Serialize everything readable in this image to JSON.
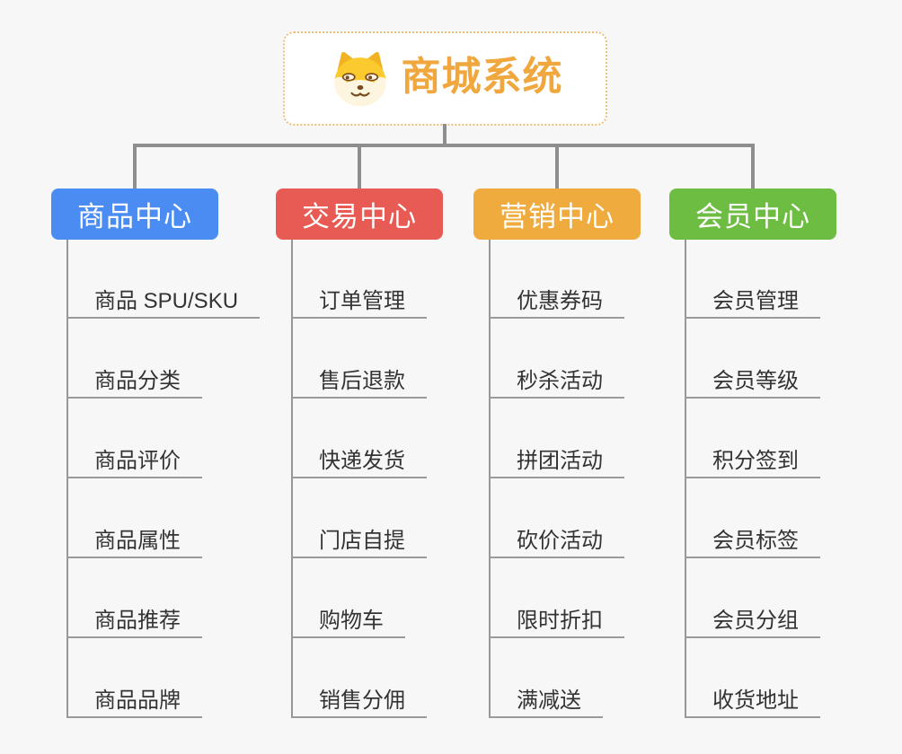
{
  "canvas": {
    "background_color": "#f7f7f7",
    "connector_color": "#8e8e8e",
    "branch_line_color": "#9a9a9a"
  },
  "root": {
    "title": "商城系统",
    "icon": "shiba-dog-icon",
    "title_color": "#f0a73e",
    "border_color": "#f2be76",
    "fill_color": "#ffffff"
  },
  "branches": [
    {
      "id": "product-center",
      "label": "商品中心",
      "color": "#4a8cf2",
      "children": [
        "商品 SPU/SKU",
        "商品分类",
        "商品评价",
        "商品属性",
        "商品推荐",
        "商品品牌"
      ]
    },
    {
      "id": "trade-center",
      "label": "交易中心",
      "color": "#e85b55",
      "children": [
        "订单管理",
        "售后退款",
        "快递发货",
        "门店自提",
        "购物车",
        "销售分佣"
      ]
    },
    {
      "id": "marketing-center",
      "label": "营销中心",
      "color": "#efab3d",
      "children": [
        "优惠券码",
        "秒杀活动",
        "拼团活动",
        "砍价活动",
        "限时折扣",
        "满减送"
      ]
    },
    {
      "id": "member-center",
      "label": "会员中心",
      "color": "#6ebd43",
      "children": [
        "会员管理",
        "会员等级",
        "积分签到",
        "会员标签",
        "会员分组",
        "收货地址"
      ]
    }
  ]
}
